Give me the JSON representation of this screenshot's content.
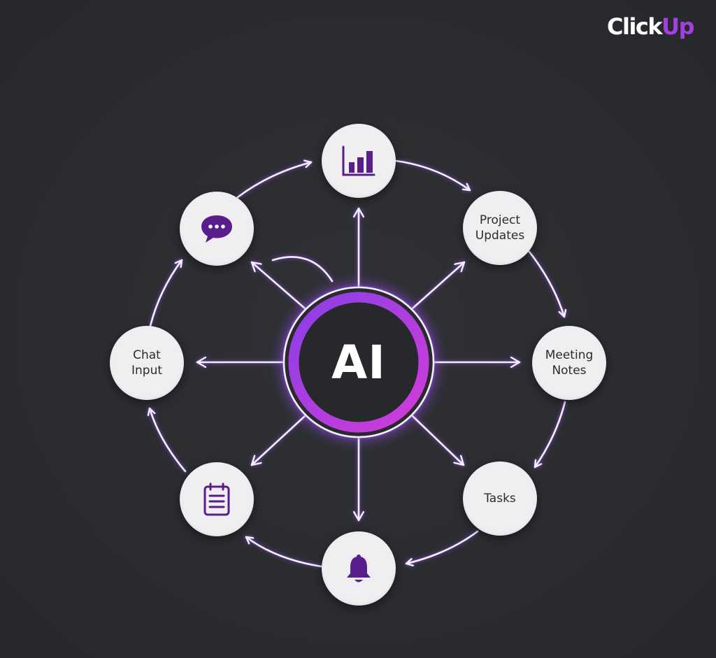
{
  "brand": {
    "name_prefix": "Click",
    "name_accent": "Up",
    "accent_color": "#a13fe0"
  },
  "hub": {
    "label": "AI",
    "ring_gradient": [
      "#8a3fe6",
      "#c23ad8"
    ],
    "glow_color": "#9b4dff"
  },
  "nodes": [
    {
      "id": "analytics",
      "label": "",
      "icon": "bar-chart-icon",
      "position": "top"
    },
    {
      "id": "project-updates",
      "label": "Project\nUpdates",
      "icon": "",
      "position": "top-right"
    },
    {
      "id": "meeting-notes",
      "label": "Meeting\nNotes",
      "icon": "",
      "position": "right"
    },
    {
      "id": "tasks",
      "label": "Tasks",
      "icon": "",
      "position": "bottom-right"
    },
    {
      "id": "notifications",
      "label": "",
      "icon": "bell-icon",
      "position": "bottom"
    },
    {
      "id": "docs",
      "label": "",
      "icon": "notepad-icon",
      "position": "bottom-left"
    },
    {
      "id": "chat-input",
      "label": "Chat\nInput",
      "icon": "",
      "position": "left"
    },
    {
      "id": "messages",
      "label": "",
      "icon": "chat-bubble-icon",
      "position": "top-left"
    }
  ],
  "colors": {
    "background": "#2b2d30",
    "node_fill": "#efeff1",
    "icon_purple": "#5a1e8c",
    "line": "#f4eefc",
    "line_glow": "#9b4dff",
    "label_text": "#2b2b2e"
  },
  "flow": {
    "outer_cycle_direction": "clockwise",
    "spokes_from_hub": 8
  }
}
